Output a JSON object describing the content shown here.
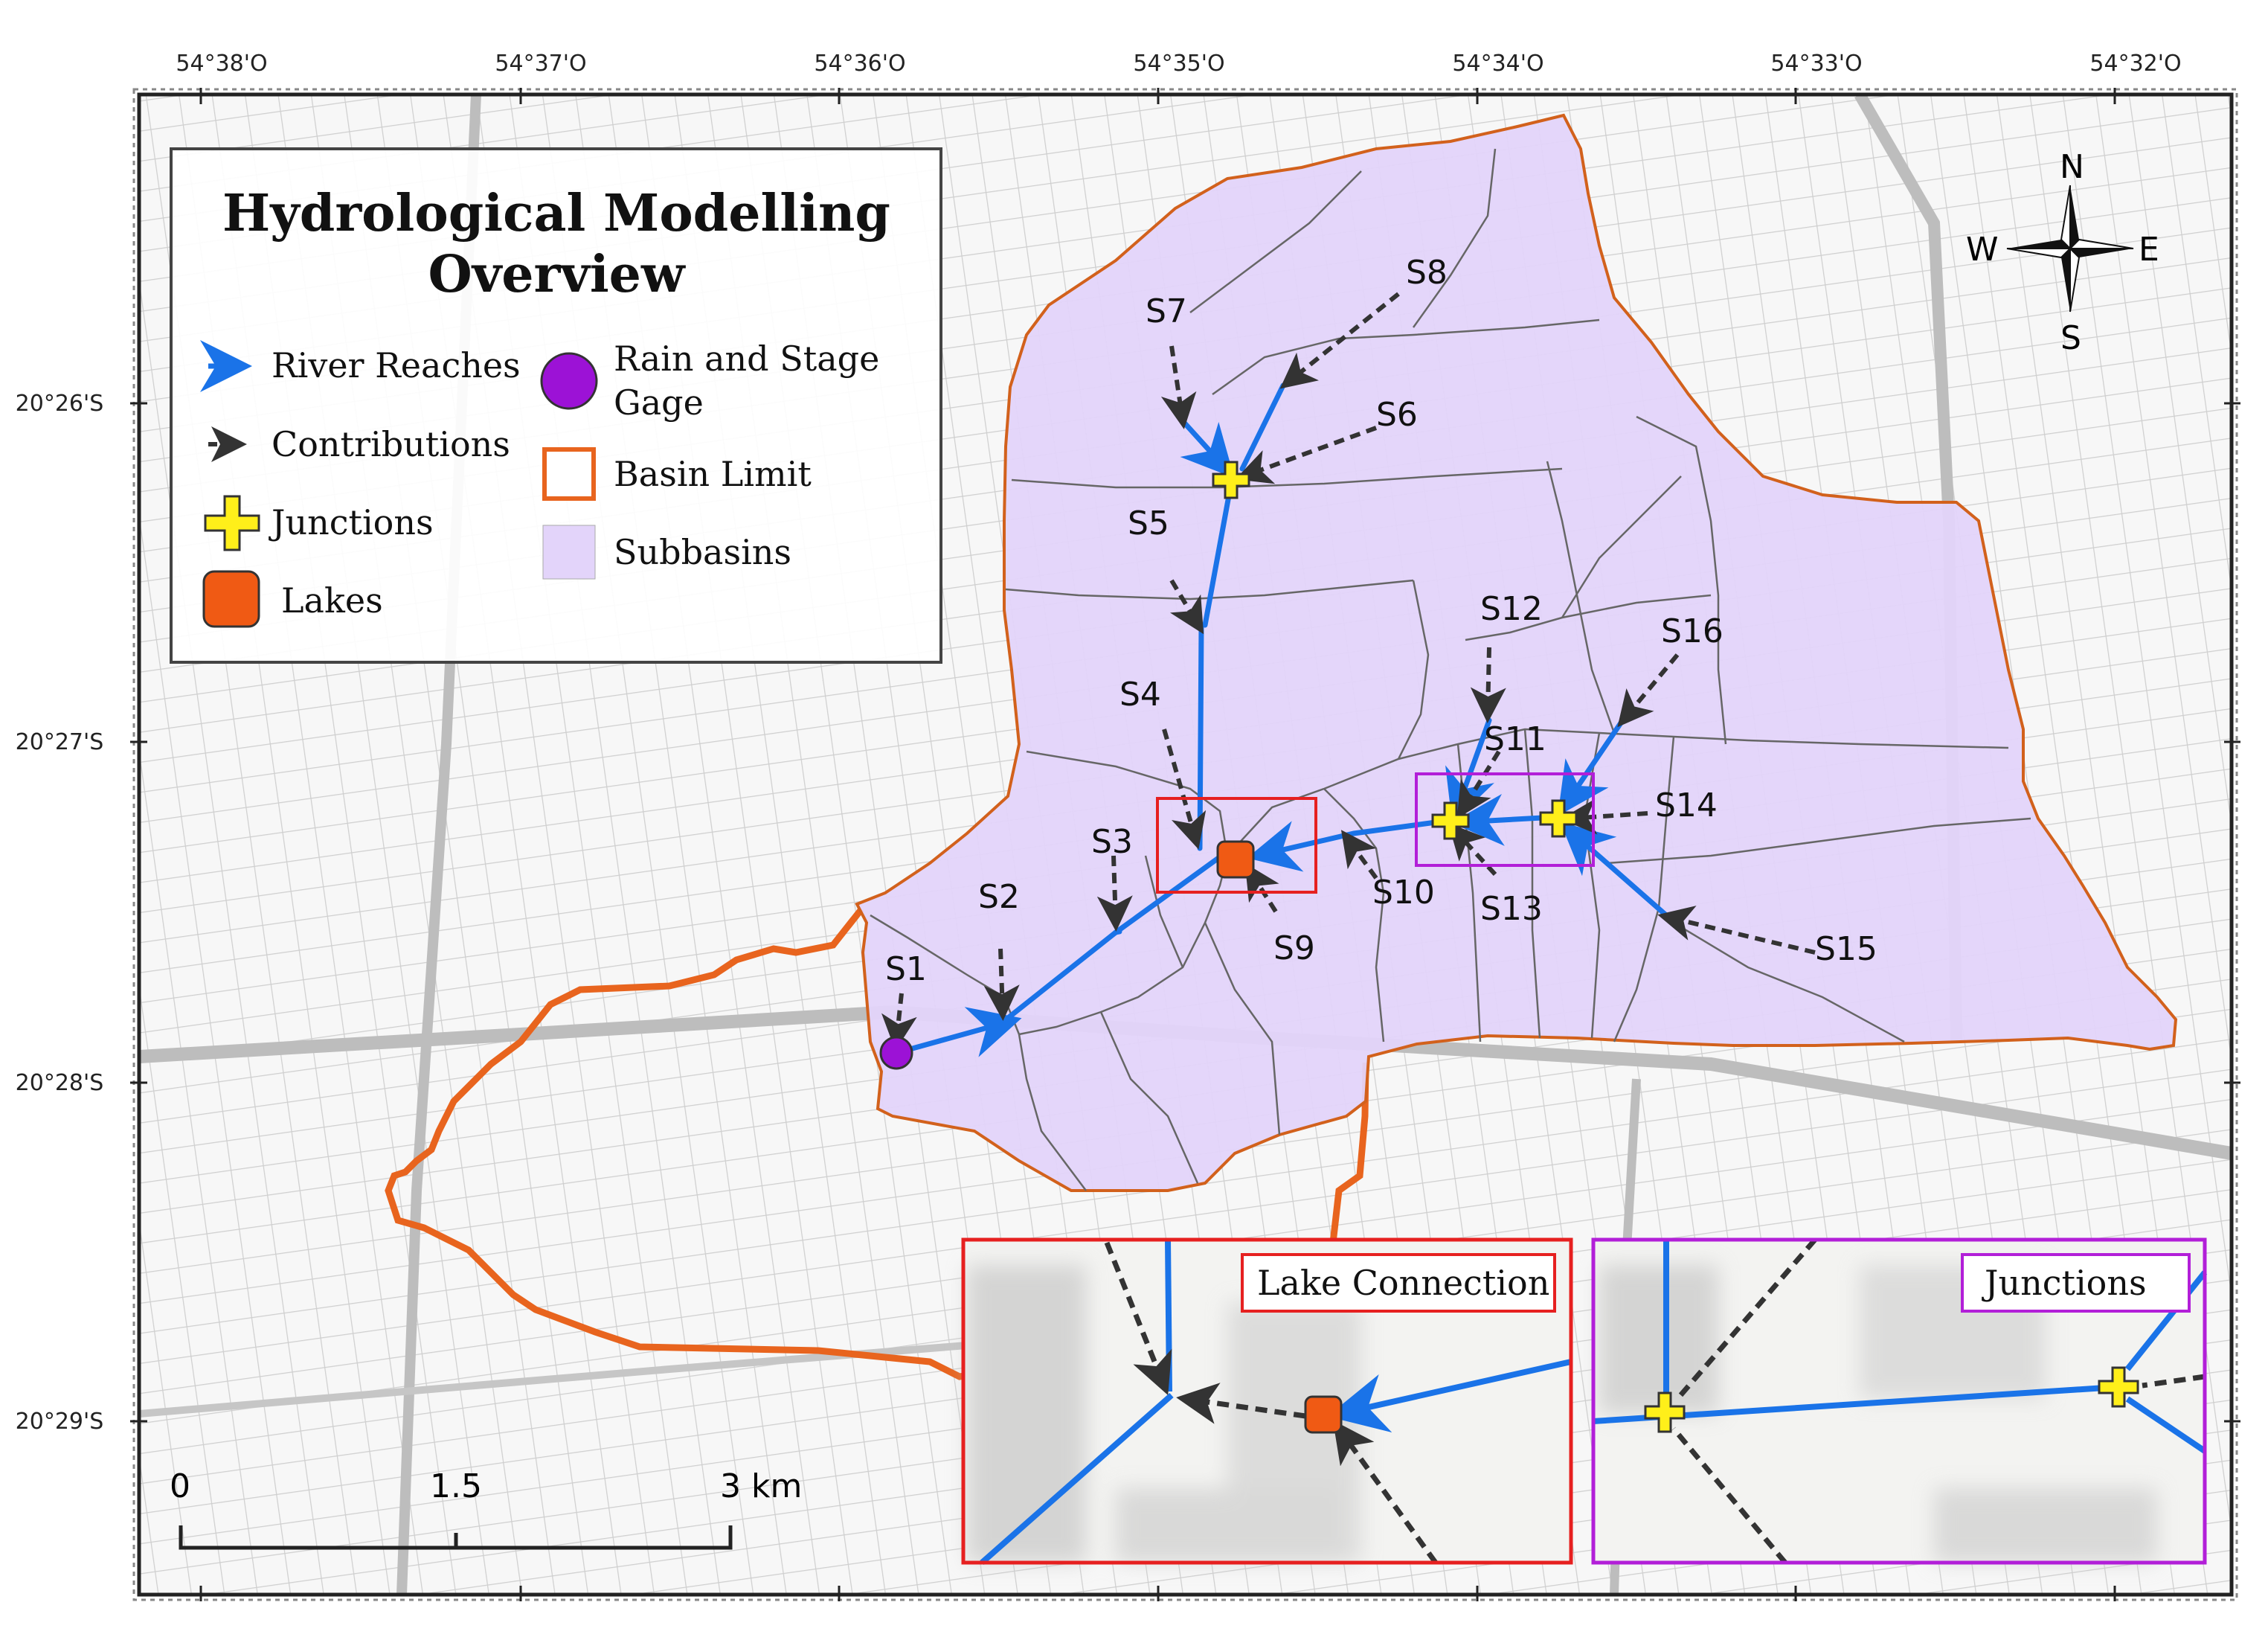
{
  "legend": {
    "title_line1": "Hydrological Modelling",
    "title_line2": "Overview",
    "items": {
      "river": "River Reaches",
      "contrib": "Contributions",
      "junctions": "Junctions",
      "lakes": "Lakes",
      "gage_line1": "Rain and Stage",
      "gage_line2": "Gage",
      "basin": "Basin Limit",
      "subbasins": "Subbasins"
    }
  },
  "axes": {
    "top": [
      "54°38'O",
      "54°37'O",
      "54°36'O",
      "54°35'O",
      "54°34'O",
      "54°33'O",
      "54°32'O"
    ],
    "left": [
      "20°26'S",
      "20°27'S",
      "20°28'S",
      "20°29'S"
    ]
  },
  "compass": {
    "n": "N",
    "s": "S",
    "e": "E",
    "w": "W"
  },
  "scale": {
    "l0": "0",
    "l1": "1.5",
    "l2": "3 km"
  },
  "subbasins": [
    "S1",
    "S2",
    "S3",
    "S4",
    "S5",
    "S6",
    "S7",
    "S8",
    "S9",
    "S10",
    "S11",
    "S12",
    "S13",
    "S14",
    "S15",
    "S16"
  ],
  "insets": {
    "lake": "Lake Connection",
    "junctions": "Junctions"
  },
  "colors": {
    "river": "#1a73e8",
    "basin": "#e8641e",
    "subbasin_fill": "#e3d4fa",
    "junction": "#ffef1a",
    "lake": "#f05a14",
    "gage": "#9c12d6",
    "inset_lake_frame": "#e62020",
    "inset_junction_frame": "#b21fd8"
  }
}
